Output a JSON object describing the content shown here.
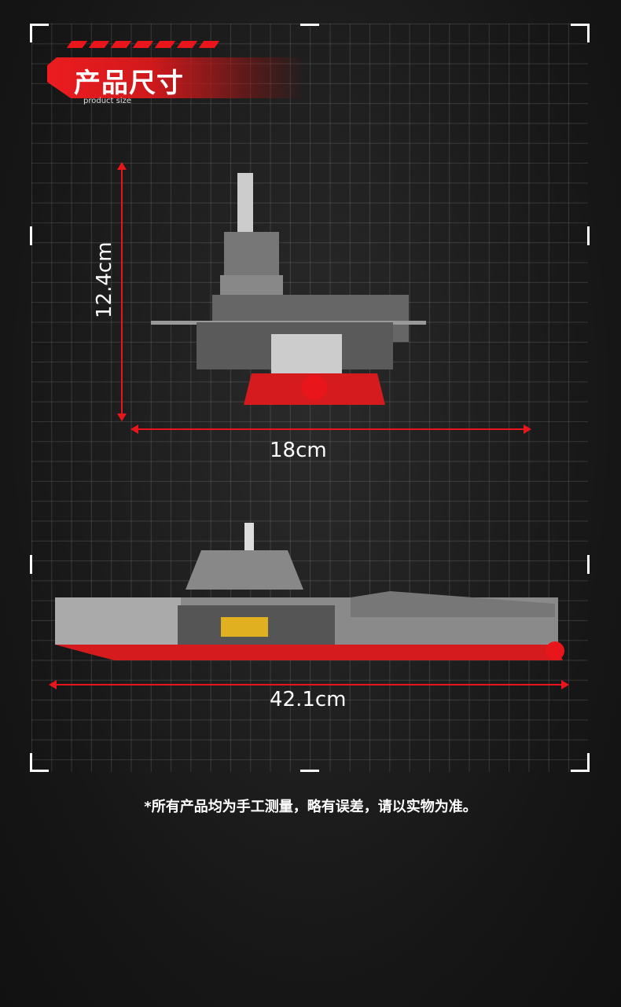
{
  "header": {
    "title": "产品尺寸",
    "subtitle": "product size"
  },
  "dimensions": {
    "height": "12.4cm",
    "width": "18cm",
    "length": "42.1cm"
  },
  "note": "*所有产品均为手工测量，略有误差，请以实物为准。",
  "colors": {
    "accent": "#e8161b",
    "background": "#1a1a1a"
  }
}
